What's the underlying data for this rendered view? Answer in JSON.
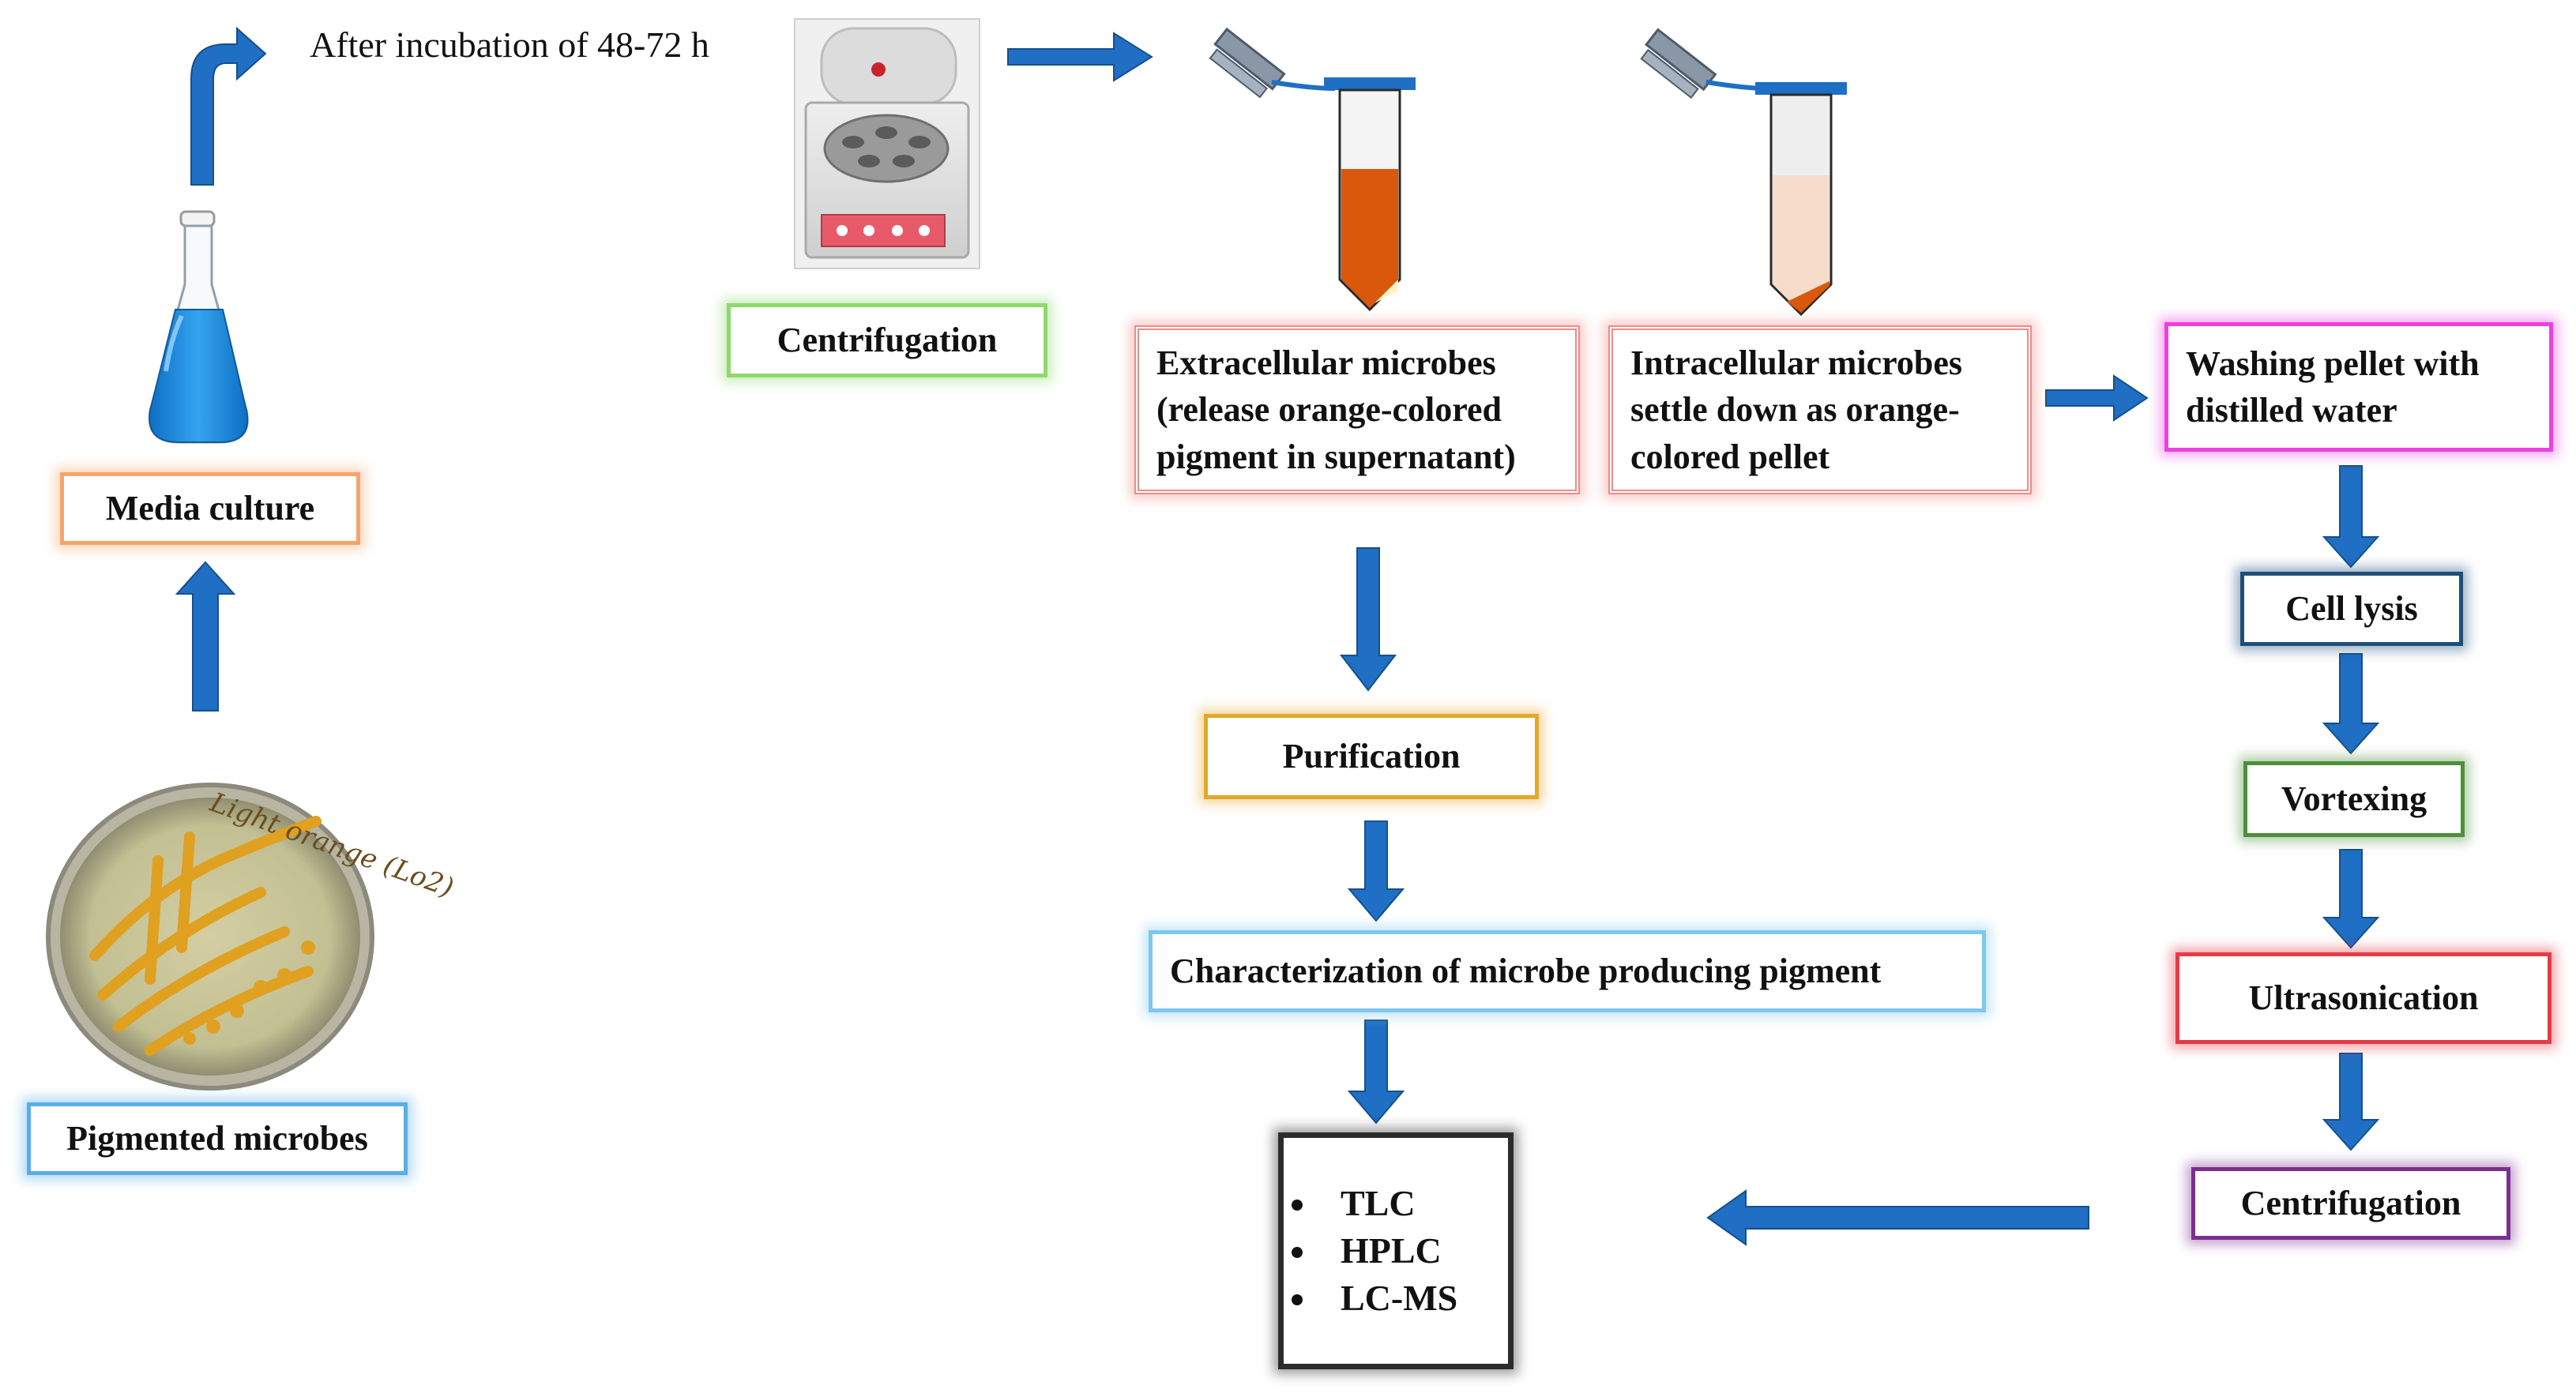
{
  "caption_incubation": "After incubation of 48-72 h",
  "nodes": {
    "media_culture": "Media culture",
    "pigmented_microbes": "Pigmented microbes",
    "centrifugation_top": "Centrifugation",
    "extracellular": "Extracellular microbes\n(release orange-colored\npigment in supernatant)",
    "intracellular": "Intracellular microbes\nsettle down as orange-\ncolored pellet",
    "washing": "Washing pellet with\ndistilled water",
    "cell_lysis": "Cell lysis",
    "vortexing": "Vortexing",
    "ultrasonication": "Ultrasonication",
    "centrifugation_bottom": "Centrifugation",
    "purification": "Purification",
    "characterization": "Characterization of microbe producing pigment"
  },
  "methods": [
    "TLC",
    "HPLC",
    "LC-MS"
  ],
  "plate_label": "Light orange (Lo2)",
  "colors": {
    "arrow": "#1f6fc4",
    "flask_liquid": "#1f8ee0",
    "tube_supernatant": "#d9580c",
    "tube_pellet": "#f8dccb",
    "tube_cap": "#1f6fc4",
    "plate_streaks": "#e0a020"
  },
  "icons": [
    "erlenmeyer-flask-icon",
    "petri-dish-icon",
    "centrifuge-machine-icon",
    "microtube-supernatant-icon",
    "microtube-pellet-icon"
  ]
}
